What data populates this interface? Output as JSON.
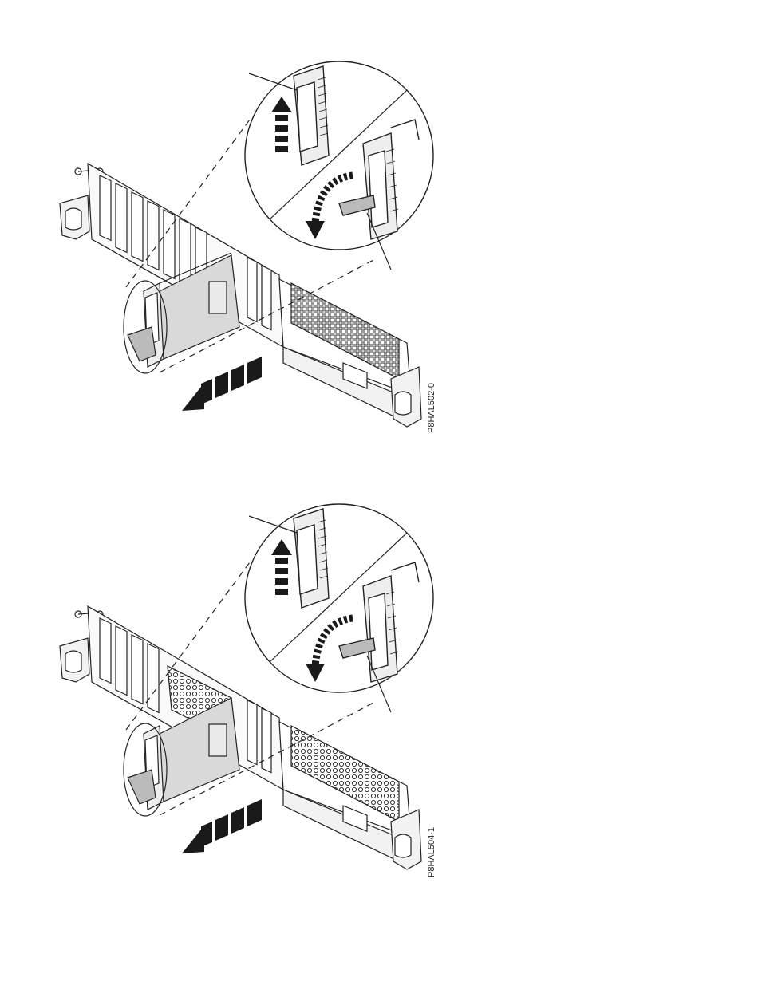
{
  "figures": [
    {
      "id_label": "P8HAL502-0",
      "backplane": "solid"
    },
    {
      "id_label": "P8HAL504-1",
      "backplane": "mesh"
    }
  ],
  "colors": {
    "line": "#222222",
    "drive_fill": "#d9d9d9",
    "arrow": "#1a1a1a",
    "chassis_fill": "#f2f2f2"
  },
  "icons": [
    "pull-arrow-icon",
    "lift-arrow-icon",
    "rotate-arrow-icon"
  ]
}
